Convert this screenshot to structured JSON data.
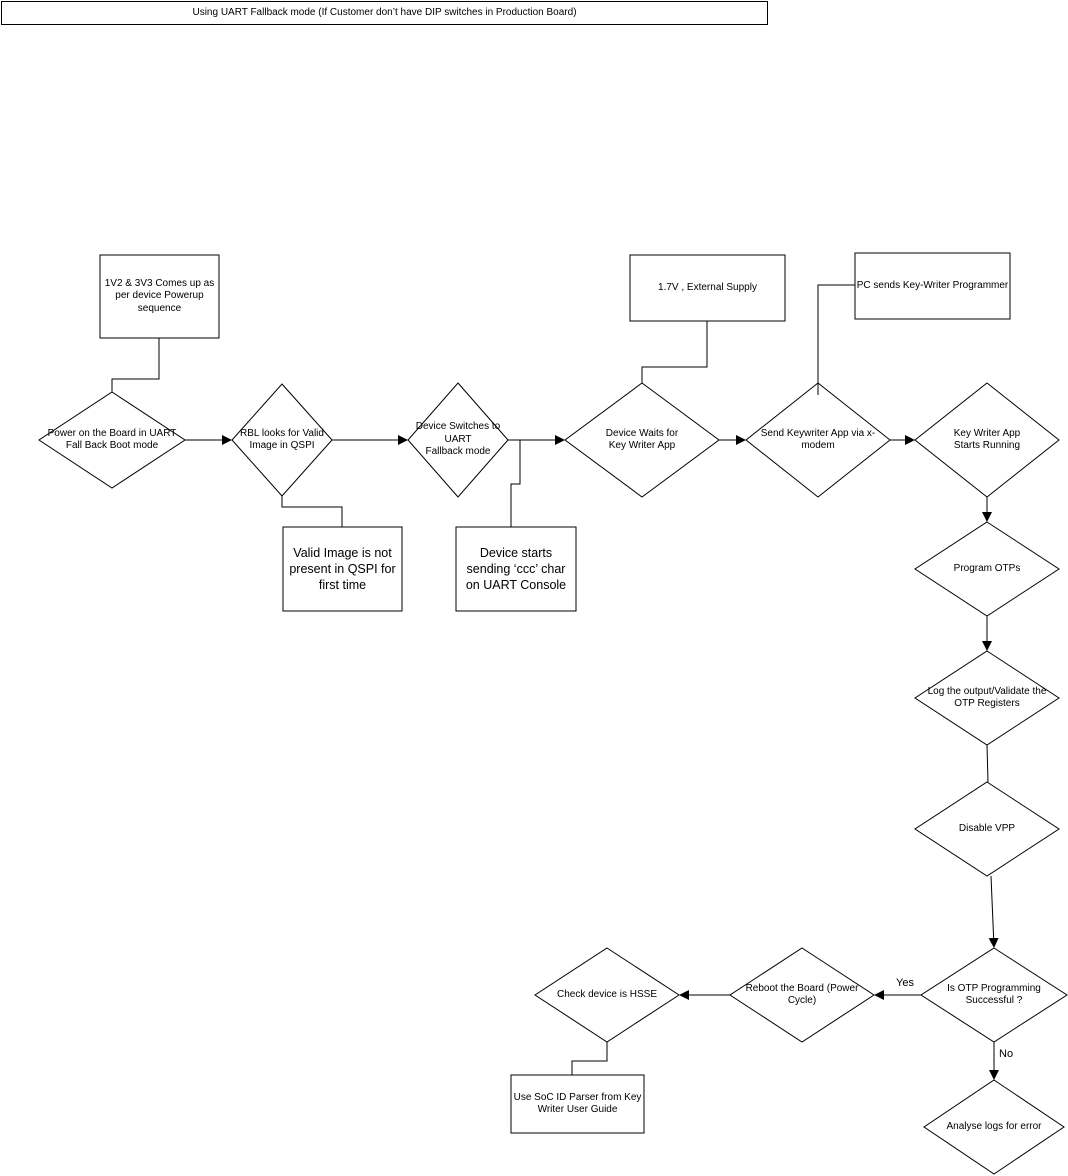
{
  "title": "Using UART Fallback mode (If Customer don’t have DIP switches in Production Board)",
  "nodes": {
    "power_seq": "1V2 & 3V3 Comes up as\nper device Powerup\nsequence",
    "power_on": "Power on the Board in UART\nFall Back Boot mode",
    "rbl_looks": "RBL looks for Valid\nImage in QSPI",
    "valid_image_not_present": "Valid Image is not\npresent in QSPI for\nfirst time",
    "device_switches": "Device Switches to\nUART\nFallback mode",
    "device_sends_ccc": "Device starts\nsending ‘ccc’ char\non UART Console",
    "supply_17v": "1.7V , External Supply",
    "device_waits": "Device  Waits for\nKey Writer App",
    "pc_sends": "PC sends Key-Writer Programmer",
    "send_keywriter": "Send Keywriter App via x-\nmodem",
    "keywriter_running": "Key Writer App\nStarts Running",
    "program_otps": "Program OTPs",
    "log_validate": "Log the output/Validate the\nOTP Registers",
    "disable_vpp": "Disable VPP",
    "is_otp_successful": "Is OTP Programming\nSuccessful ?",
    "reboot": "Reboot the Board (Power\nCycle)",
    "check_hsse": "Check device is HSSE",
    "use_soc_parser": "Use SoC ID Parser from Key\nWriter User Guide",
    "analyse_logs": "Analyse logs for error"
  },
  "edge_labels": {
    "yes": "Yes",
    "no": "No"
  }
}
